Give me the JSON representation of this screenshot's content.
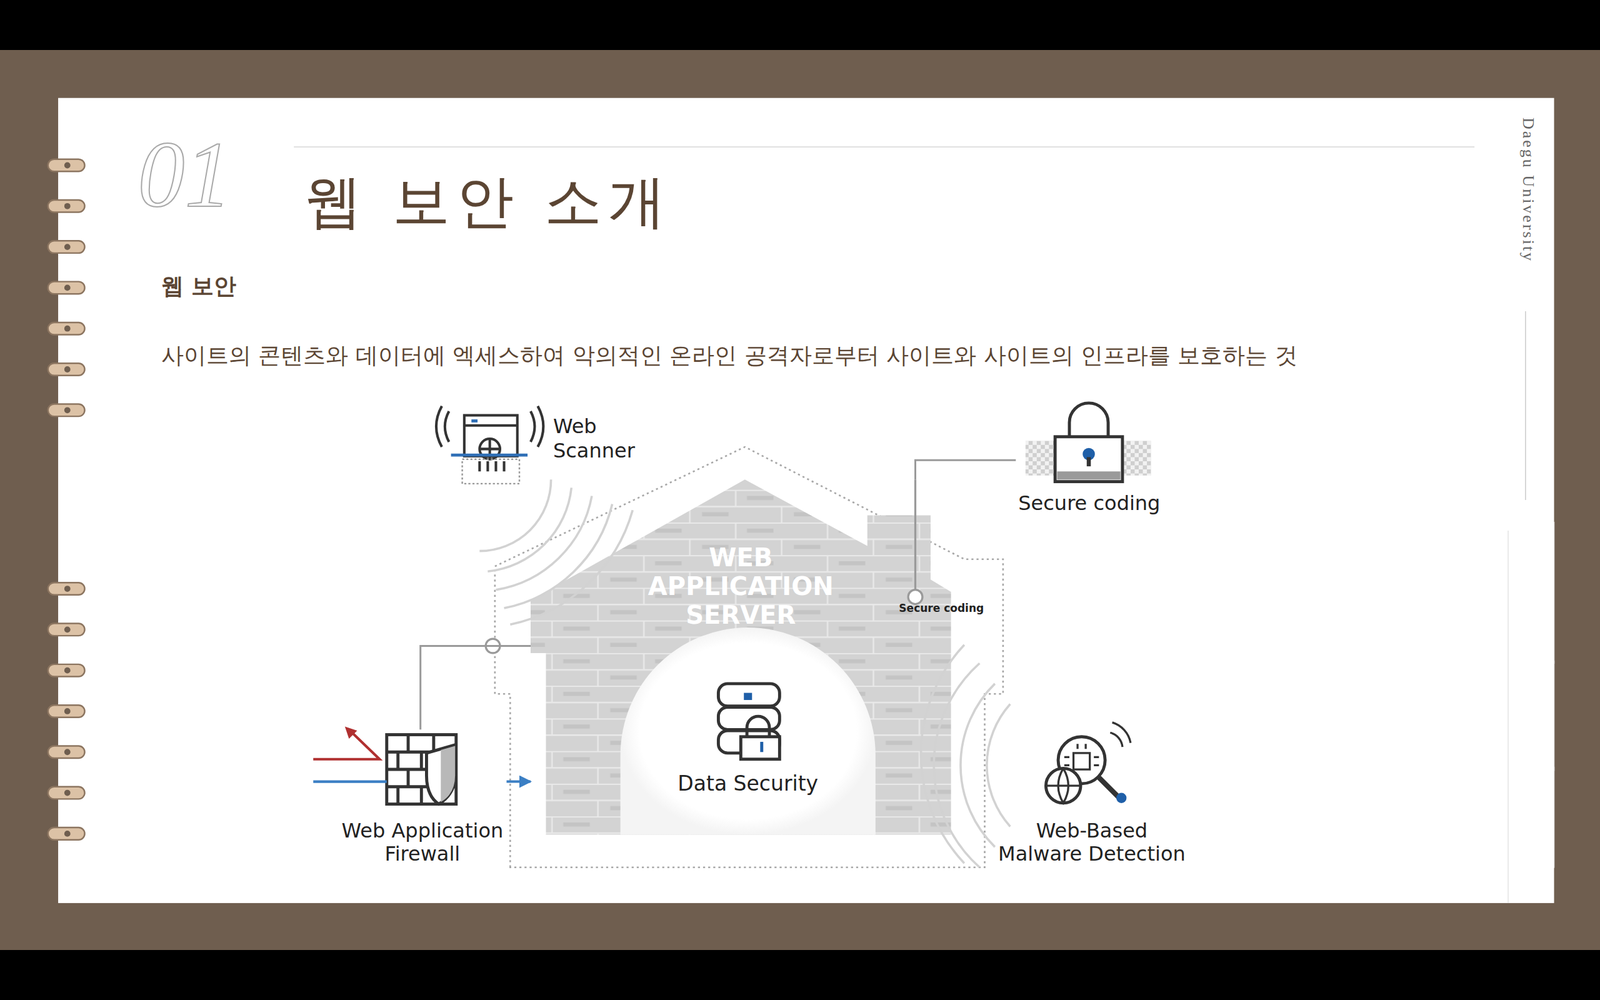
{
  "diagram": {
    "title": "웹 보안 소개",
    "nodes": [
      {
        "text": [
          "Web Scanner"
        ]
      },
      {
        "text": [
          "Secure coding"
        ]
      },
      {
        "text": [
          "WEB APPLICATION SERVER"
        ]
      },
      {
        "text": [
          "Data Security"
        ],
        "in": 2
      },
      {
        "text": [
          "Web Application Firewall"
        ]
      },
      {
        "text": [
          "Web-Based Malware Detection"
        ]
      }
    ],
    "edges": [
      {
        "from": 1,
        "to": 2,
        "arrow": "none"
      },
      {
        "from": 4,
        "to": 2,
        "arrow": "none"
      },
      {
        "from": 4,
        "to": 2,
        "arrow": "to"
      }
    ],
    "labels": [
      "01",
      "웹 보안",
      "사이트의 콘텐츠와 데이터에 엑세스하여 악의적인 온라인 공격자로부터 사이트와 사이트의 인프라를 보호하는 것",
      "Secure coding",
      "Daegu University"
    ]
  }
}
